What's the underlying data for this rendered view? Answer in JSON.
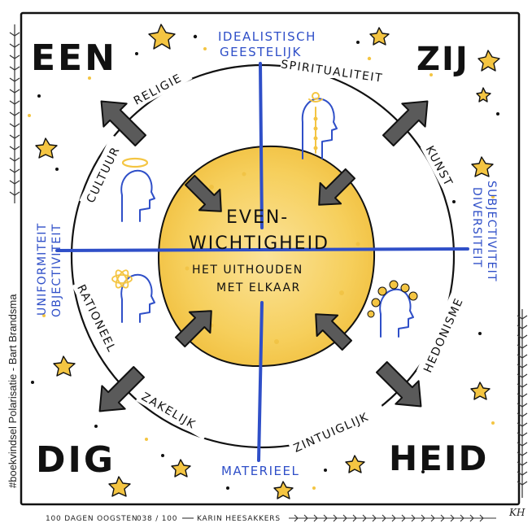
{
  "corners": {
    "top_left": "EEN",
    "top_right": "ZIJ",
    "bottom_left": "DIG",
    "bottom_right": "HEID"
  },
  "axes": {
    "top": [
      "IDEALISTISCH",
      "GEESTELIJK"
    ],
    "bottom": "MATERIEEL",
    "left": [
      "UNIFORMITEIT",
      "OBJECTIVITEIT"
    ],
    "right": [
      "DIVERSITEIT",
      "SUBJECTIVITEIT"
    ]
  },
  "ring_labels": {
    "spiritualiteit": "SPIRITUALITEIT",
    "religie": "RELIGIE",
    "cultuur": "CULTUUR",
    "kunst": "KUNST",
    "hedonisme": "HEDONISME",
    "zintuiglijk": "ZINTUIGLIJK",
    "zakelijk": "ZAKELIJK",
    "rationeel": "RATIONEEL"
  },
  "center": {
    "title_line1": "EVEN-",
    "title_line2": "WICHTIGHEID",
    "sub_line1": "HET UITHOUDEN",
    "sub_line2": "MET ELKAAR"
  },
  "footer": {
    "series": "100 DAGEN OOGSTEN",
    "count": "038 / 100",
    "author": "KARIN HEESAKKERS"
  },
  "side_credit": "#boekvindsel Polarisatie - Bart Brandsma",
  "signature": "KH",
  "colors": {
    "blue": "#2f4fc8",
    "yellow": "#f4c542",
    "ink": "#111111",
    "arrow": "#555555"
  }
}
